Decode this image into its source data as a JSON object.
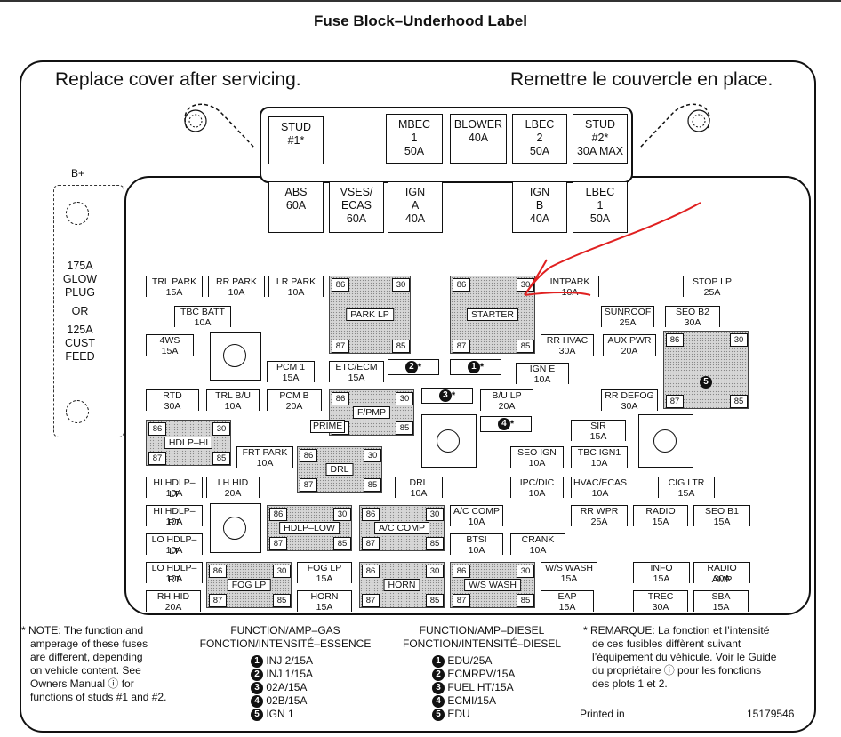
{
  "title": "Fuse Block–Underhood Label",
  "header": {
    "left": "Replace cover after servicing.",
    "right": "Remettre le couvercle en place."
  },
  "bplus": "B+",
  "glow": {
    "l1": "175A",
    "l2": "GLOW",
    "l3": "PLUG",
    "or": "OR",
    "l4": "125A",
    "l5": "CUST",
    "l6": "FEED"
  },
  "maxi_top": [
    {
      "n": "STUD",
      "m": "#1*",
      "a": ""
    },
    {
      "n": "MBEC",
      "m": "1",
      "a": "50A"
    },
    {
      "n": "BLOWER",
      "m": "",
      "a": "40A"
    },
    {
      "n": "LBEC",
      "m": "2",
      "a": "50A"
    },
    {
      "n": "STUD",
      "m": "#2*",
      "a": "30A MAX"
    }
  ],
  "maxi_bot": [
    {
      "n": "ABS",
      "m": "",
      "a": "60A"
    },
    {
      "n": "VSES/",
      "m": "ECAS",
      "a": "60A"
    },
    {
      "n": "IGN",
      "m": "A",
      "a": "40A"
    },
    {
      "n": "IGN",
      "m": "B",
      "a": "40A"
    },
    {
      "n": "LBEC",
      "m": "1",
      "a": "50A"
    }
  ],
  "fuses": {
    "trl_park": [
      "TRL PARK",
      "15A"
    ],
    "rr_park": [
      "RR PARK",
      "10A"
    ],
    "lr_park": [
      "LR PARK",
      "10A"
    ],
    "tbc_batt": [
      "TBC BATT",
      "10A"
    ],
    "fws": [
      "4WS",
      "15A"
    ],
    "pcm1": [
      "PCM 1",
      "15A"
    ],
    "etc_ecm": [
      "ETC/ECM",
      "15A"
    ],
    "intpark": [
      "INTPARK",
      "10A"
    ],
    "stop_lp": [
      "STOP LP",
      "25A"
    ],
    "sunroof": [
      "SUNROOF",
      "25A"
    ],
    "seo_b2": [
      "SEO B2",
      "30A"
    ],
    "rr_hvac": [
      "RR HVAC",
      "30A"
    ],
    "aux_pwr": [
      "AUX PWR",
      "20A"
    ],
    "ign_e": [
      "IGN E",
      "10A"
    ],
    "rtd": [
      "RTD",
      "30A"
    ],
    "trl_bu": [
      "TRL B/U",
      "10A"
    ],
    "pcm_b": [
      "PCM B",
      "20A"
    ],
    "bu_lp": [
      "B/U LP",
      "20A"
    ],
    "rr_defog": [
      "RR DEFOG",
      "30A"
    ],
    "sir": [
      "SIR",
      "15A"
    ],
    "frt_park": [
      "FRT PARK",
      "10A"
    ],
    "seo_ign": [
      "SEO IGN",
      "10A"
    ],
    "tbc_ign1": [
      "TBC IGN1",
      "10A"
    ],
    "hi_hdlp_lt": [
      "HI HDLP–LT",
      "10A"
    ],
    "lh_hid": [
      "LH HID",
      "20A"
    ],
    "drl_f": [
      "DRL",
      "10A"
    ],
    "ipc_dic": [
      "IPC/DIC",
      "10A"
    ],
    "hvac_ecas": [
      "HVAC/ECAS",
      "10A"
    ],
    "cig_ltr": [
      "CIG LTR",
      "15A"
    ],
    "hi_hdlp_rt": [
      "HI HDLP–RT",
      "10A"
    ],
    "ac_comp_f": [
      "A/C COMP",
      "10A"
    ],
    "rr_wpr": [
      "RR WPR",
      "25A"
    ],
    "radio": [
      "RADIO",
      "15A"
    ],
    "seo_b1": [
      "SEO B1",
      "15A"
    ],
    "lo_hdlp_lt": [
      "LO HDLP–LT",
      "10A"
    ],
    "btsi": [
      "BTSI",
      "10A"
    ],
    "crank": [
      "CRANK",
      "10A"
    ],
    "lo_hdlp_rt": [
      "LO HDLP–RT",
      "10A"
    ],
    "fog_lp": [
      "FOG LP",
      "15A"
    ],
    "ws_wash_f": [
      "W/S WASH",
      "15A"
    ],
    "info": [
      "INFO",
      "15A"
    ],
    "radio_amp": [
      "RADIO AMP",
      "30A"
    ],
    "rh_hid": [
      "RH HID",
      "20A"
    ],
    "horn_f": [
      "HORN",
      "15A"
    ],
    "eap": [
      "EAP",
      "15A"
    ],
    "trec": [
      "TREC",
      "30A"
    ],
    "sba": [
      "SBA",
      "15A"
    ]
  },
  "prime": "PRIME",
  "relays": {
    "park_lp": "PARK LP",
    "starter": "STARTER",
    "fpmp": "F/PMP",
    "hdlp_hi": "HDLP–HI",
    "drl": "DRL",
    "hdlp_low": "HDLP–LOW",
    "ac_comp": "A/C COMP",
    "fog_lp": "FOG LP",
    "horn": "HORN",
    "ws_wash": "W/S WASH"
  },
  "pins": {
    "p86": "86",
    "p30": "30",
    "p87": "87",
    "p85": "85"
  },
  "nums": {
    "n1": "1",
    "n2": "2",
    "n3": "3",
    "n4": "4",
    "n5": "5"
  },
  "star": "*",
  "note_en": [
    "* NOTE:  The function and",
    "amperage of these fuses",
    "are different, depending",
    "on vehicle content.  See",
    "Owners Manual ⓘ  for",
    "functions of studs #1 and #2."
  ],
  "gas": {
    "h1": "FUNCTION/AMP–GAS",
    "h2": "FONCTION/INTENSITÉ–ESSENCE",
    "items": [
      "INJ 2/15A",
      "INJ 1/15A",
      "02A/15A",
      "02B/15A",
      "IGN 1"
    ]
  },
  "diesel": {
    "h1": "FUNCTION/AMP–DIESEL",
    "h2": "FONCTION/INTENSITÉ–DIESEL",
    "items": [
      "EDU/25A",
      "ECMRPV/15A",
      "FUEL HT/15A",
      "ECMI/15A",
      "EDU"
    ]
  },
  "note_fr": [
    "* REMARQUE:  La fonction et l’intensité",
    "de ces fusibles diffèrent suivant",
    "l’équipement du véhicule. Voir le Guide",
    "du propriétaire ⓘ  pour les fonctions",
    "des plots 1 et 2."
  ],
  "printed": "Printed in",
  "part": "15179546",
  "colors": {
    "relay_fill": "#d6d6d6",
    "annotation": "#e02020"
  }
}
